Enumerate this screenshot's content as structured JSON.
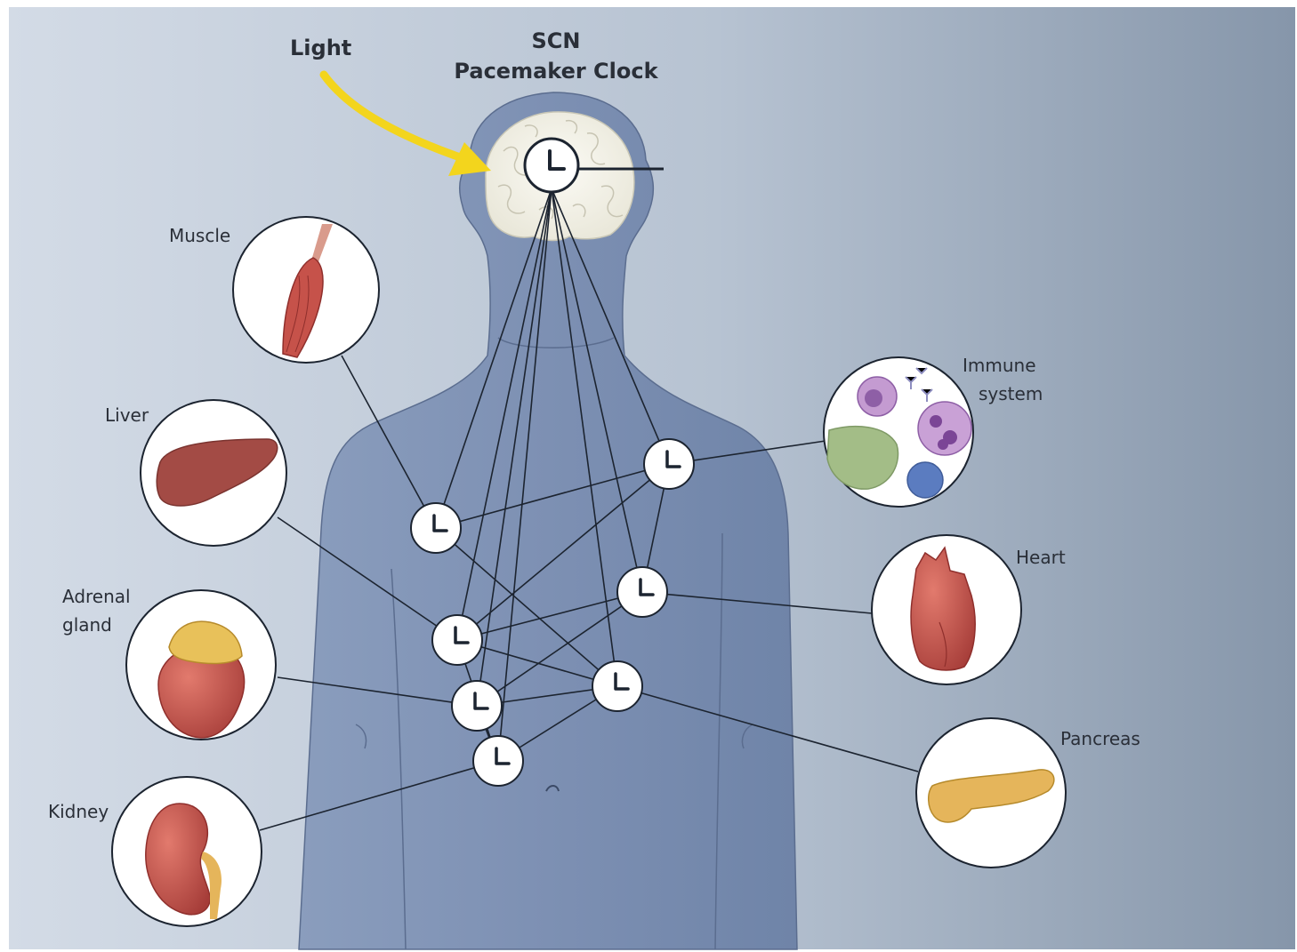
{
  "labels": {
    "light": "Light",
    "scn_line1": "SCN",
    "scn_line2": "Pacemaker Clock",
    "muscle": "Muscle",
    "liver": "Liver",
    "adrenal_line1": "Adrenal",
    "adrenal_line2": "gland",
    "kidney": "Kidney",
    "immune_line1": "Immune",
    "immune_line2": "system",
    "heart": "Heart",
    "pancreas": "Pancreas"
  },
  "colors": {
    "background_light": "#d2dae5",
    "background_dark": "#8797ab",
    "body_fill": "#7f93b6",
    "light_arrow": "#f3d51d",
    "organ_red": "#c6524a",
    "liver": "#a34b45",
    "adrenal_fat": "#e8c15a",
    "pancreas": "#e5b55b",
    "immune_green": "#a3bd87",
    "immune_purple": "#b07bc0",
    "immune_blue": "#5b7cc0",
    "clock_face": "#ffffff",
    "line": "#1c2430"
  },
  "icons": {
    "master_clock": "clock-icon",
    "peripheral_clock": "clock-icon",
    "brain": "brain-icon"
  }
}
